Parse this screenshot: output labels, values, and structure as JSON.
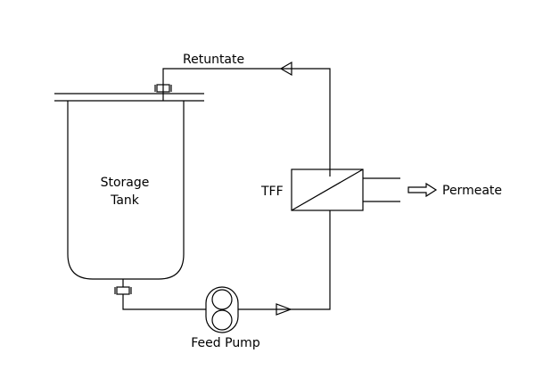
{
  "diagram": {
    "labels": {
      "retentate": "Retuntate",
      "tank_line1": "Storage",
      "tank_line2": "Tank",
      "tff": "TFF",
      "permeate": "Permeate",
      "feed_pump": "Feed Pump"
    },
    "colors": {
      "stroke": "#000000",
      "background": "#ffffff"
    }
  }
}
